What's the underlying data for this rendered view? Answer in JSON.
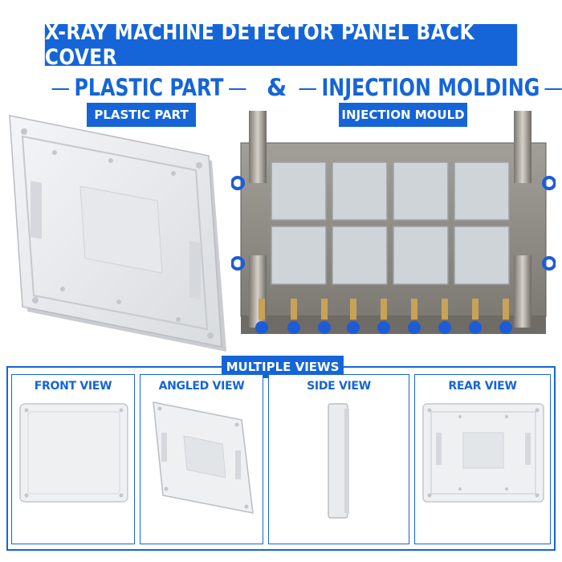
{
  "title": "X-RAY MACHINE DETECTOR PANEL BACK COVER",
  "headline": {
    "left": "PLASTIC PART",
    "ampersand": "&",
    "right": "INJECTION MOLDING"
  },
  "tags": {
    "left": "PLASTIC PART",
    "right": "INJECTION MOULD"
  },
  "views": {
    "label": "MULTIPLE VIEWS",
    "items": [
      {
        "title": "FRONT VIEW"
      },
      {
        "title": "ANGLED VIEW"
      },
      {
        "title": "SIDE VIEW"
      },
      {
        "title": "REAR VIEW"
      }
    ]
  },
  "colors": {
    "brand_blue": "#1565d8",
    "part_white": "#eef0f2",
    "mould_steel": "#8c8a86",
    "fitting_blue": "#1e5bd6",
    "brass": "#c8a257"
  }
}
